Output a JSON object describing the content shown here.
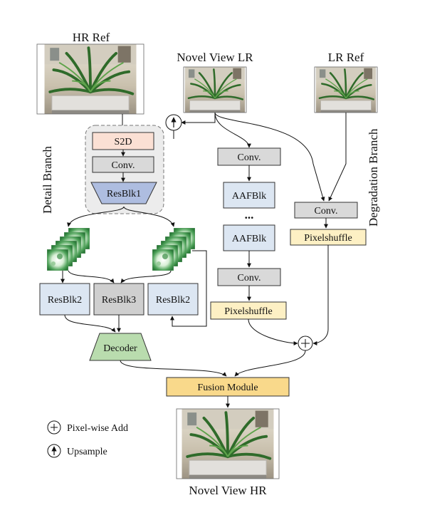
{
  "labels": {
    "hr_ref": "HR Ref",
    "novel_view_lr": "Novel View LR",
    "lr_ref": "LR Ref",
    "novel_view_hr": "Novel View HR",
    "detail_branch": "Detail Branch",
    "degradation_branch": "Degradation Branch"
  },
  "blocks": {
    "s2d": "S2D",
    "conv": "Conv.",
    "resblk1": "ResBlk1",
    "resblk2": "ResBlk2",
    "resblk3": "ResBlk3",
    "decoder": "Decoder",
    "aafblk": "AAFBlk",
    "ellipsis": "...",
    "pixelshuffle": "Pixelshuffle",
    "fusion": "Fusion Module"
  },
  "legend": {
    "add": "Pixel-wise Add",
    "upsample": "Upsample"
  },
  "colors": {
    "s2d": "#fbe0d4",
    "conv": "#d9d9d9",
    "resblk1": "#aebde0",
    "resblk2": "#dce6f2",
    "resblk3": "#cfcfcf",
    "decoder": "#b9dcae",
    "aafblk": "#dce6f2",
    "pixelshuffle": "#fdf0c4",
    "fusion": "#f9d98b",
    "dashed_group": "#ececec"
  }
}
